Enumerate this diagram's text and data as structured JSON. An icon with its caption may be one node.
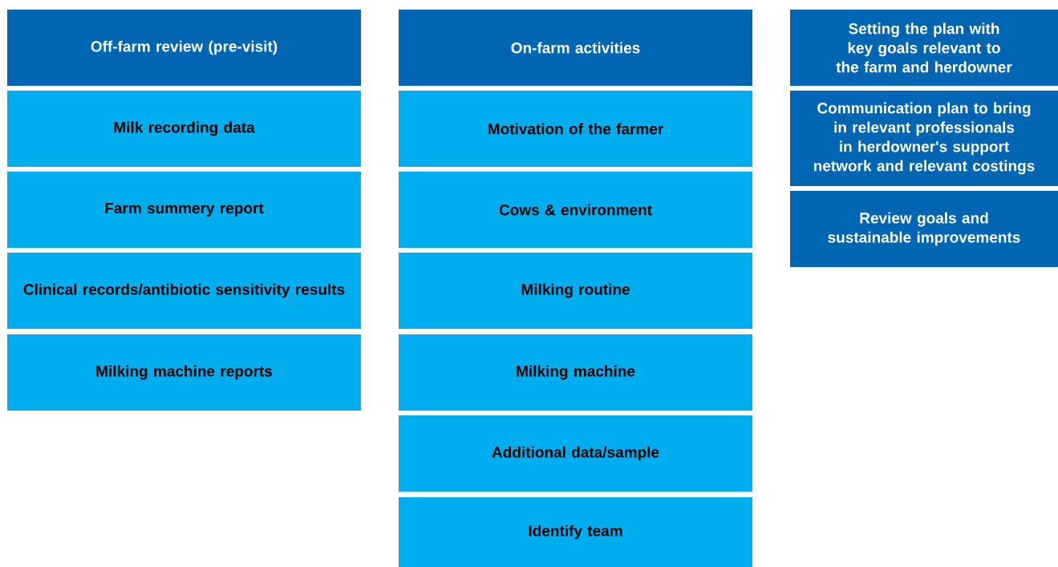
{
  "diagram": {
    "nodes": [
      {
        "text": [
          "Off-farm review (pre-visit)"
        ]
      },
      {
        "text": [
          "Milk recording data"
        ]
      },
      {
        "text": [
          "Farm summery report"
        ]
      },
      {
        "text": [
          "Clinical records/antibiotic sensitivity results"
        ]
      },
      {
        "text": [
          "Milking machine reports"
        ]
      },
      {
        "text": [
          "On-farm activities"
        ]
      },
      {
        "text": [
          "Motivation of the farmer"
        ]
      },
      {
        "text": [
          "Cows & environment"
        ]
      },
      {
        "text": [
          "Milking routine"
        ]
      },
      {
        "text": [
          "Milking machine"
        ]
      },
      {
        "text": [
          "Additional data/sample"
        ]
      },
      {
        "text": [
          "Identify team"
        ]
      },
      {
        "text": [
          "Setting the plan with key goals relevant to the farm and herdowner"
        ]
      },
      {
        "text": [
          "Communication plan to bring in relevant professionals in herdowner's support network and relevant costings"
        ]
      },
      {
        "text": [
          "Review goals and sustainable improvements"
        ]
      }
    ]
  }
}
